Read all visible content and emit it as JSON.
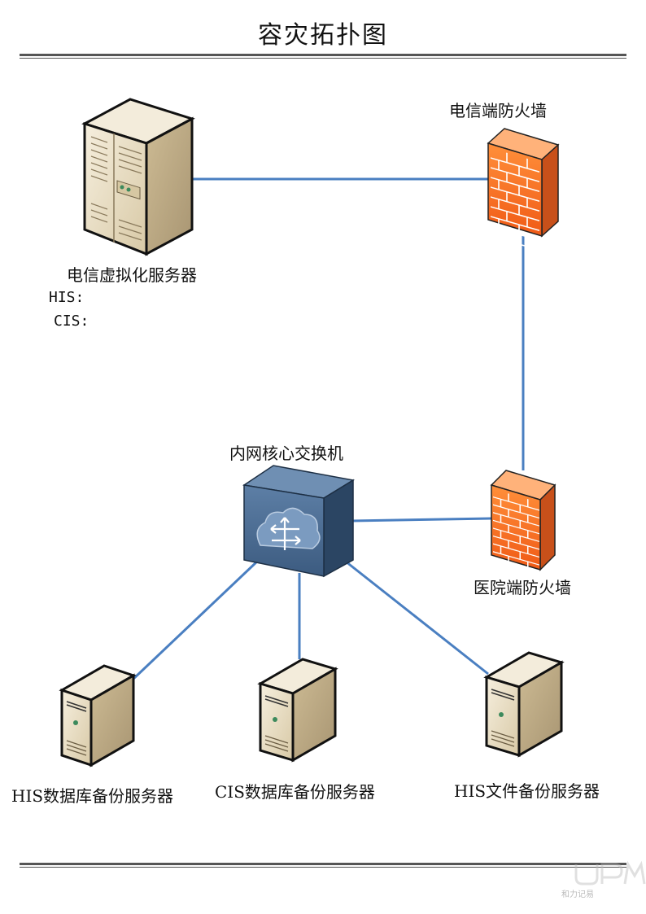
{
  "header": {
    "title": "容灾拓扑图"
  },
  "nodes": {
    "telecom_server": {
      "label": "电信虚拟化服务器",
      "details": [
        "HIS:",
        "CIS:"
      ]
    },
    "telecom_firewall": {
      "label": "电信端防火墙"
    },
    "core_switch": {
      "label": "内网核心交换机"
    },
    "hospital_firewall": {
      "label": "医院端防火墙"
    },
    "his_db_backup": {
      "label": "HIS数据库备份服务器"
    },
    "cis_db_backup": {
      "label": "CIS数据库备份服务器"
    },
    "his_file_backup": {
      "label": "HIS文件备份服务器"
    }
  },
  "link_colors": {
    "link": "#4a7fc1"
  },
  "device_colors": {
    "firewall": "#f26f21",
    "switch": "#3e5f83",
    "server": "#e8dcc2"
  },
  "watermark": {
    "text": "和力记易"
  }
}
